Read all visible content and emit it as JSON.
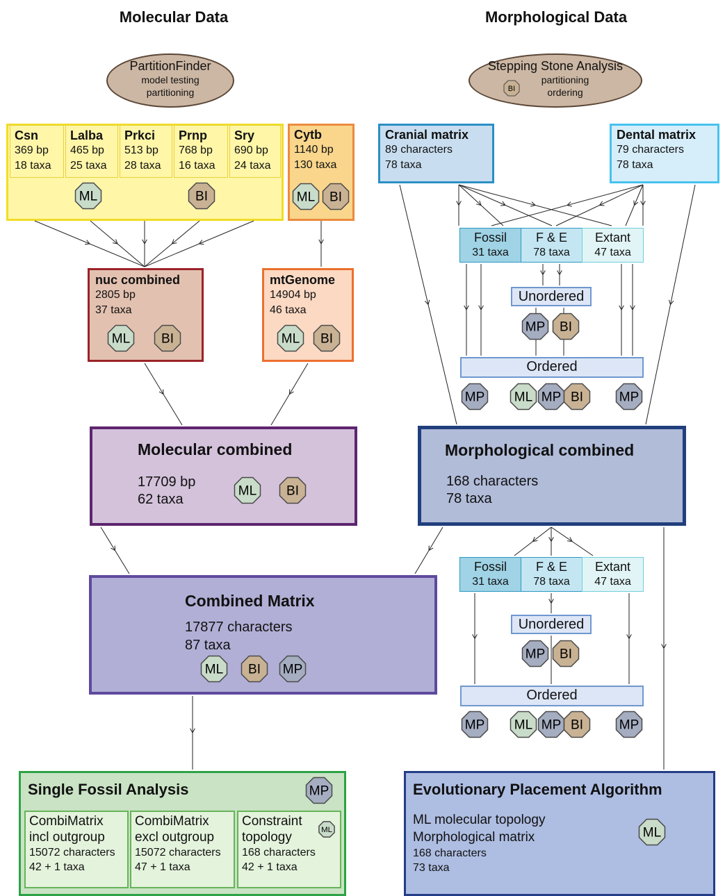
{
  "headers": {
    "molecular": "Molecular Data",
    "morphological": "Morphological Data"
  },
  "partitionfinder": {
    "title": "PartitionFinder",
    "line1": "model testing",
    "line2": "partitioning"
  },
  "stepping": {
    "title": "Stepping Stone Analysis",
    "badge": "BI",
    "line1": "partitioning",
    "line2": "ordering"
  },
  "genes": [
    {
      "name": "Csn",
      "bp": "369 bp",
      "taxa": "18 taxa"
    },
    {
      "name": "Lalba",
      "bp": "465 bp",
      "taxa": "25 taxa"
    },
    {
      "name": "Prkci",
      "bp": "513 bp",
      "taxa": "28 taxa"
    },
    {
      "name": "Prnp",
      "bp": "768 bp",
      "taxa": "16 taxa"
    },
    {
      "name": "Sry",
      "bp": "690 bp",
      "taxa": "24 taxa"
    }
  ],
  "cytb": {
    "name": "Cytb",
    "bp": "1140 bp",
    "taxa": "130 taxa"
  },
  "nuc": {
    "name": "nuc combined",
    "bp": "2805 bp",
    "taxa": "37 taxa"
  },
  "mt": {
    "name": "mtGenome",
    "bp": "14904 bp",
    "taxa": "46 taxa"
  },
  "cranial": {
    "name": "Cranial matrix",
    "chars": "89 characters",
    "taxa": "78 taxa"
  },
  "dental": {
    "name": "Dental matrix",
    "chars": "79 characters",
    "taxa": "78 taxa"
  },
  "subsets": [
    {
      "name": "Fossil",
      "taxa": "31 taxa"
    },
    {
      "name": "F & E",
      "taxa": "78 taxa"
    },
    {
      "name": "Extant",
      "taxa": "47 taxa"
    }
  ],
  "unordered": "Unordered",
  "ordered": "Ordered",
  "mol_combined": {
    "title": "Molecular combined",
    "bp": "17709 bp",
    "taxa": "62 taxa"
  },
  "morph_combined": {
    "title": "Morphological combined",
    "chars": "168 characters",
    "taxa": "78 taxa"
  },
  "combined": {
    "title": "Combined Matrix",
    "chars": "17877 characters",
    "taxa": "87 taxa"
  },
  "sfa": {
    "title": "Single Fossil Analysis",
    "cells": [
      {
        "l1": "CombiMatrix",
        "l2": "incl outgroup",
        "l3": "15072 characters",
        "l4": "42 + 1 taxa"
      },
      {
        "l1": "CombiMatrix",
        "l2": "excl outgroup",
        "l3": "15072 characters",
        "l4": "47 + 1 taxa"
      },
      {
        "l1": "Constraint",
        "l2": "topology",
        "l3": "168 characters",
        "l4": "42 + 1 taxa"
      }
    ]
  },
  "epa": {
    "title": "Evolutionary Placement Algorithm",
    "l1": "ML molecular topology",
    "l2": "Morphological matrix",
    "l3": "168 characters",
    "l4": "73 taxa"
  },
  "methods": {
    "ml": "ML",
    "bi": "BI",
    "mp": "MP"
  },
  "colors": {
    "ml": "#c9dcc9",
    "bi": "#c9b294",
    "mp": "#a5adc1",
    "stroke": "#4a4a4a"
  }
}
